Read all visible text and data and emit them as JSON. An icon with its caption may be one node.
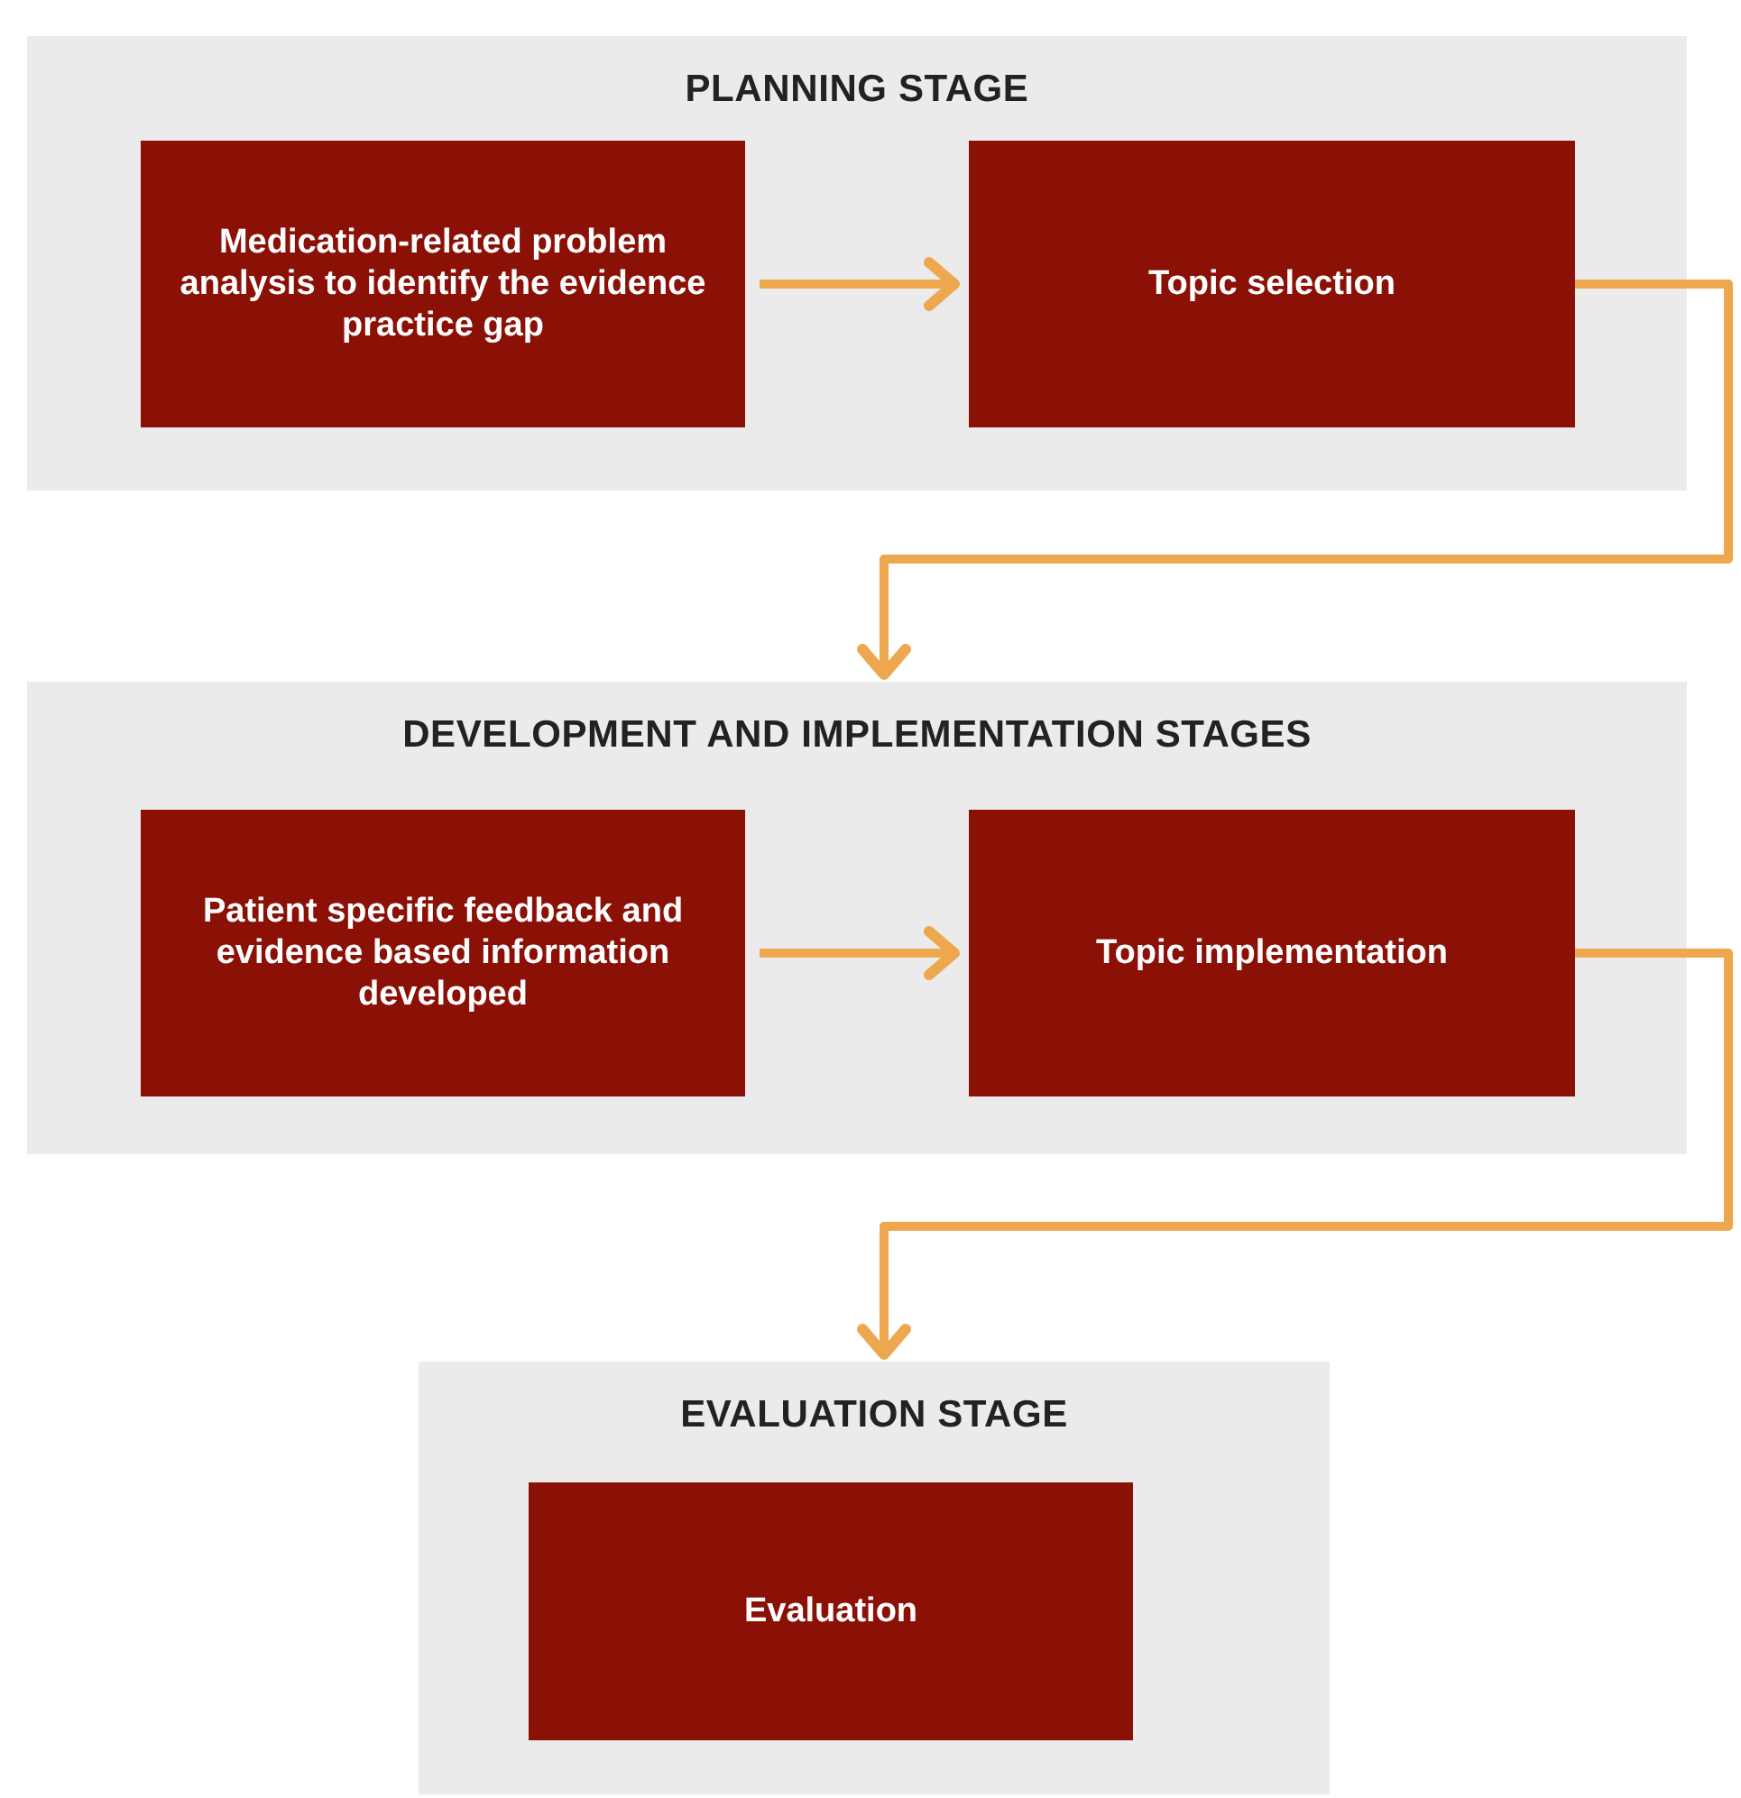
{
  "diagram": {
    "nodes": [
      {
        "text": [
          "PLANNING STAGE"
        ]
      },
      {
        "text": [
          "Medication-related problem analysis to identify the evidence practice gap"
        ],
        "in": 0
      },
      {
        "text": [
          "Topic selection"
        ],
        "in": 0
      },
      {
        "text": [
          "DEVELOPMENT AND IMPLEMENTATION STAGES"
        ]
      },
      {
        "text": [
          "Patient specific feedback and evidence based information developed"
        ],
        "in": 3
      },
      {
        "text": [
          "Topic implementation"
        ],
        "in": 3
      },
      {
        "text": [
          "EVALUATION STAGE"
        ]
      },
      {
        "text": [
          "Evaluation"
        ],
        "in": 6
      }
    ],
    "edges": [
      {
        "from": 1,
        "to": 2,
        "arrow": "to"
      },
      {
        "from": 2,
        "to": 3,
        "arrow": "to"
      },
      {
        "from": 4,
        "to": 5,
        "arrow": "to"
      },
      {
        "from": 5,
        "to": 6,
        "arrow": "to"
      }
    ]
  }
}
